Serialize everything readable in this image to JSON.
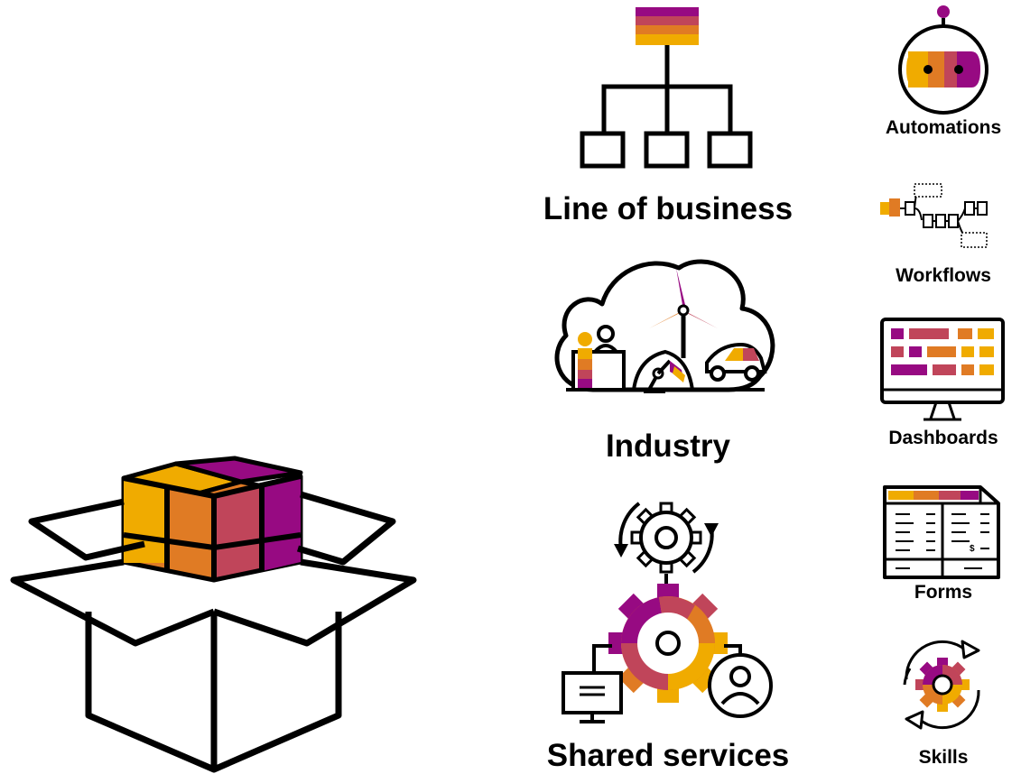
{
  "colors": {
    "yellow": "#f0ab00",
    "orange": "#e07b24",
    "red": "#c0455a",
    "magenta": "#970a82",
    "stroke": "#000000"
  },
  "categories": [
    {
      "icon": "org-chart-icon",
      "label": "Line of business"
    },
    {
      "icon": "industry-cloud-icon",
      "label": "Industry"
    },
    {
      "icon": "shared-services-gears-icon",
      "label": "Shared services"
    }
  ],
  "content_types": [
    {
      "icon": "robot-icon",
      "label": "Automations"
    },
    {
      "icon": "workflow-icon",
      "label": "Workflows"
    },
    {
      "icon": "monitor-dashboard-icon",
      "label": "Dashboards"
    },
    {
      "icon": "form-icon",
      "label": "Forms"
    },
    {
      "icon": "gear-cycle-icon",
      "label": "Skills"
    }
  ],
  "hero": {
    "icon": "open-box-with-cube-icon"
  }
}
